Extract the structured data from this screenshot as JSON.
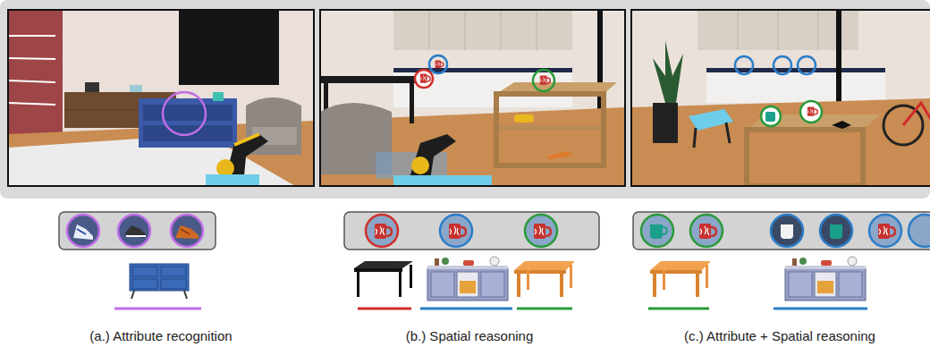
{
  "diagram": {
    "labels": [
      "(a.) Attribute recognition",
      "(b.) Spatial reasoning",
      "(c.) Attribute + Spatial reasoning"
    ]
  }
}
